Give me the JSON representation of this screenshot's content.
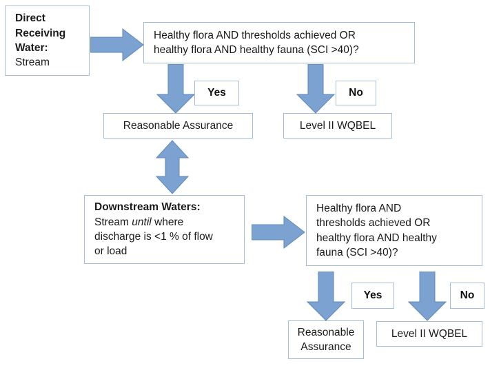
{
  "diagram": {
    "title": "Water Quality Decision Flowchart",
    "background_color": "#ffffff",
    "arrow_fill_color": "#7ba2d0",
    "arrow_stroke_color": "#5f88b8",
    "box_border_color": "#a3bcd8",
    "text_color": "#1a1a1a"
  },
  "nodes": {
    "direct_receiving_water": {
      "line1": "Direct",
      "line2": "Receiving",
      "line3": "Water:",
      "line4": "Stream"
    },
    "decision_top": {
      "line1": "Healthy flora AND thresholds achieved OR",
      "line2": "healthy flora AND healthy fauna (SCI >40)?"
    },
    "reasonable_assurance_top": {
      "label": "Reasonable Assurance"
    },
    "level_ii_wqbel_top": {
      "label": "Level II WQBEL"
    },
    "downstream_waters": {
      "heading": "Downstream Waters:",
      "line1_a": "Stream ",
      "line1_italic": "until",
      "line1_b": " where",
      "line2": "discharge is <1 % of flow",
      "line3": "or load"
    },
    "decision_bottom": {
      "line1": "Healthy flora AND",
      "line2": "thresholds achieved OR",
      "line3": "healthy flora AND healthy",
      "line4": "fauna (SCI >40)?"
    },
    "reasonable_assurance_bottom": {
      "line1": "Reasonable",
      "line2": "Assurance"
    },
    "level_ii_wqbel_bottom": {
      "label": "Level II WQBEL"
    }
  },
  "labels": {
    "yes_top": "Yes",
    "no_top": "No",
    "yes_bottom": "Yes",
    "no_bottom": "No"
  },
  "connectors": [
    {
      "name": "arrow-right-to-decision-top",
      "direction": "right"
    },
    {
      "name": "arrow-down-yes-top",
      "direction": "down"
    },
    {
      "name": "arrow-down-no-top",
      "direction": "down"
    },
    {
      "name": "arrow-updown-assurance-downstream",
      "direction": "up-down"
    },
    {
      "name": "arrow-right-to-decision-bottom",
      "direction": "right"
    },
    {
      "name": "arrow-down-yes-bottom",
      "direction": "down"
    },
    {
      "name": "arrow-down-no-bottom",
      "direction": "down"
    }
  ]
}
